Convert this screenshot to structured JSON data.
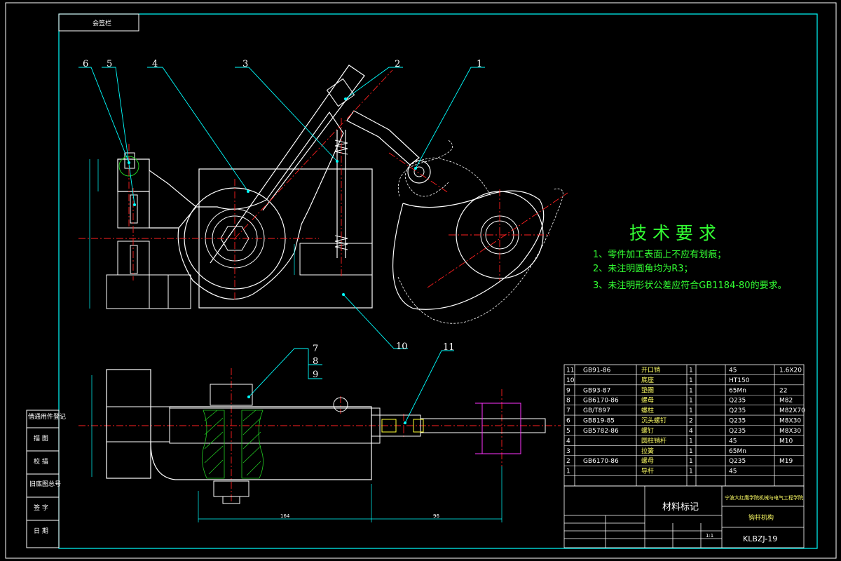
{
  "corner_label": "会签栏",
  "tech_requirements": {
    "title": "技 术 要 求",
    "items": [
      "1、零件加工表面上不应有划痕；",
      "2、未注明圆角均为R3；",
      "3、未注明形状公差应符合GB1184-80的要求。"
    ]
  },
  "balloons": [
    "1",
    "2",
    "3",
    "4",
    "5",
    "6",
    "7",
    "8",
    "9",
    "10",
    "11"
  ],
  "dimensions": {
    "d_width_1": "164",
    "d_width_2": "96"
  },
  "bom": {
    "rows": [
      {
        "no": "11",
        "std": "GB91-86",
        "name": "开口销",
        "qty": "1",
        "mat": "45",
        "note": "1.6X20"
      },
      {
        "no": "10",
        "std": "",
        "name": "底座",
        "qty": "1",
        "mat": "HT150",
        "note": ""
      },
      {
        "no": "9",
        "std": "GB93-87",
        "name": "垫圈",
        "qty": "1",
        "mat": "65Mn",
        "note": "22"
      },
      {
        "no": "8",
        "std": "GB6170-86",
        "name": "螺母",
        "qty": "1",
        "mat": "Q235",
        "note": "M82"
      },
      {
        "no": "7",
        "std": "GB/T897",
        "name": "螺柱",
        "qty": "1",
        "mat": "Q235",
        "note": "M82X70"
      },
      {
        "no": "6",
        "std": "GB819-85",
        "name": "沉头螺钉",
        "qty": "2",
        "mat": "Q235",
        "note": "M8X30"
      },
      {
        "no": "5",
        "std": "GB5782-86",
        "name": "螺钉",
        "qty": "4",
        "mat": "Q235",
        "note": "M8X30"
      },
      {
        "no": "4",
        "std": "",
        "name": "圆柱销杆",
        "qty": "1",
        "mat": "45",
        "note": "M10"
      },
      {
        "no": "3",
        "std": "",
        "name": "拉簧",
        "qty": "1",
        "mat": "65Mn",
        "note": ""
      },
      {
        "no": "2",
        "std": "GB6170-86",
        "name": "螺母",
        "qty": "1",
        "mat": "Q235",
        "note": "M19"
      },
      {
        "no": "1",
        "std": "",
        "name": "导杆",
        "qty": "1",
        "mat": "45",
        "note": ""
      }
    ]
  },
  "title_block": {
    "material_mark": "材料标记",
    "school": "宁波大红鹰学院机械与电气工程学院",
    "drawing_name": "钩杆机构",
    "drawing_no": "KLBZJ-19",
    "scale": "1:1"
  },
  "side_labels": [
    "借通用件登记",
    "描 图",
    "校 描",
    "旧底图总号",
    "签 字",
    "日 期"
  ],
  "colors": {
    "outline": "#ffffff",
    "center": "#ff2020",
    "leader": "#00ffff",
    "hatch": "#22cc22",
    "title_text": "#33ff33",
    "phantom": "#ff33ff",
    "dimension": "#00ffff"
  }
}
